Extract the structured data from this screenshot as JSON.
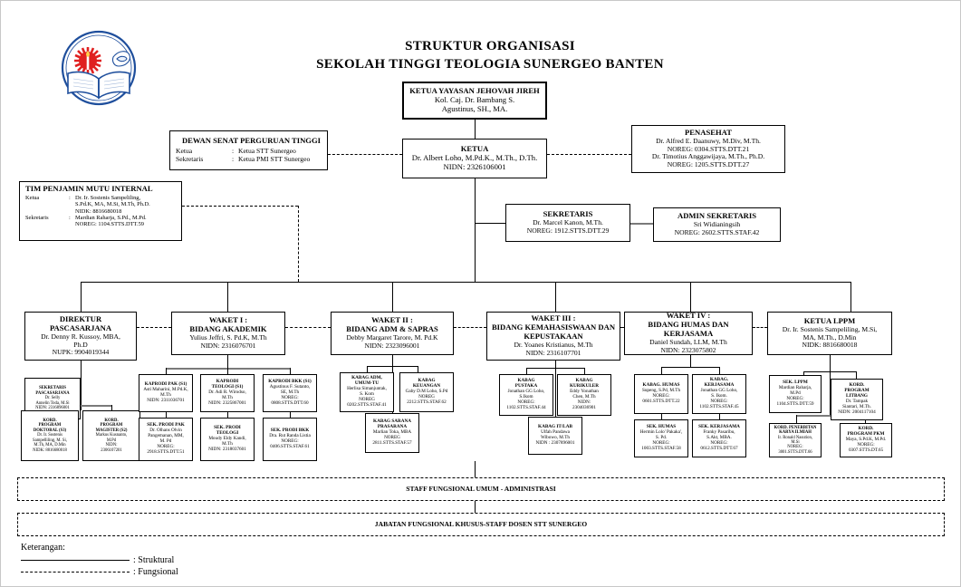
{
  "header": {
    "line1": "STRUKTUR ORGANISASI",
    "line2": "SEKOLAH TINGGI TEOLOGIA SUNERGEO BANTEN",
    "logo_alt": "stt-sunergeo-logo"
  },
  "top": {
    "ketua_yayasan": {
      "title": "KETUA YAYASAN JEHOVAH JIREH",
      "l1": "Kol. Caj. Dr. Bambang S.",
      "l2": "Agustinus, SH., MA."
    },
    "dewan_senat": {
      "title": "DEWAN SENAT PERGURUAN TINGGI",
      "k1": "Ketua",
      "v1": "Ketua STT Sunergeo",
      "k2": "Sekretaris",
      "v2": "Ketua PMI STT Sunergeo"
    },
    "ketua": {
      "title": "KETUA",
      "l1": "Dr. Albert Loho, M.Pd.K., M.Th., D.Th.",
      "l2": "NIDN: 2326106001"
    },
    "penasehat": {
      "title": "PENASEHAT",
      "l1": "Dr. Alfred E. Daanuwy, M.Div, M.Th.",
      "l2": "NOREG: 0304.STTS.DTT.21",
      "l3": "Dr. Timotius Anggawijaya, M.Th., Ph.D.",
      "l4": "NOREG: 1205.STTS.DTT.27"
    },
    "tpmi": {
      "title": "TIM PENJAMIN MUTU INTERNAL",
      "k1": "Ketua",
      "v1a": "Dr. Ir. Sostenis Sampeliling,",
      "v1b": "S.Pd.K, MA, M.Si, M.Th, Ph.D.",
      "v1c": "NIDK: 8816680018",
      "k2": "Sekretaris",
      "v2a": "Mardian Raharja, S.Pd., M.Pd.",
      "v2b": "NOREG: 1104.STTS.DTT.59"
    },
    "sekretaris": {
      "title": "SEKRETARIS",
      "l1": "Dr. Marcel Kanon, M.Th.",
      "l2": "NOREG: 1912.STTS.DTT.29"
    },
    "admin_sekretaris": {
      "title": "ADMIN SEKRETARIS",
      "l1": "Sri Widianingsih",
      "l2": "NOREG: 2602.STTS.STAF.42"
    }
  },
  "level2": [
    {
      "t1": "DIREKTUR",
      "t2": "PASCASARJANA",
      "l1": "Dr. Denny R. Kussoy, MBA,",
      "l2": "Ph.D",
      "l3": "NUPK: 9904019344"
    },
    {
      "t1": "WAKET I :",
      "t2": "BIDANG AKADEMIK",
      "l1": "Yulius Jeffri, S. Pd.K, M.Th",
      "l2": "NIDN: 2316076701",
      "l3": ""
    },
    {
      "t1": "WAKET II :",
      "t2": "BIDANG ADM & SAPRAS",
      "l1": "Debby Margaret Tarore, M. Pd.K",
      "l2": "NIDN: 2323096001",
      "l3": ""
    },
    {
      "t1": "WAKET III :",
      "t2": "BIDANG KEMAHASISWAAN DAN KEPUSTAKAAN",
      "l1": "Dr. Yoanes Kristianus, M.Th",
      "l2": "NIDN: 2316107701",
      "l3": ""
    },
    {
      "t1": "WAKET IV :",
      "t2": "BIDANG HUMAS DAN KERJASAMA",
      "l1": "Daniel Sundah, LLM, M.Th",
      "l2": "NIDN: 2323075802",
      "l3": ""
    },
    {
      "t1": "KETUA  LPPM",
      "t2": "",
      "l1": "Dr. Ir. Sostenis Sampeliling, M.Si,",
      "l2": "MA, M.Th., D.Min",
      "l3": "NIDK: 8816680018"
    }
  ],
  "pasca": {
    "sek": {
      "t1": "SEKRETARIS",
      "t2": "PASCASARJANA",
      "l1": "Dr. Selly",
      "l2": "Annelin Toda, M.Si",
      "l3": "NIDN: 2316896001"
    },
    "doktoral": {
      "t1": "KORD.",
      "t2": "PROGRAM",
      "t3": "DOKTORAL (S3)",
      "l1": "Dr. Ir. Sostenis",
      "l2": "Sampelliling, M. Si,",
      "l3": "M.Th, MA, D.Min",
      "l4": "NIDK: 8816680018"
    },
    "magister": {
      "t1": "KORD.",
      "t2": "PROGRAM",
      "t3": "MAGISTER (S2)",
      "l1": "Markus Kusnanto,",
      "l2": "M.Pd",
      "l3": "NIDN:",
      "l4": "2306107201"
    }
  },
  "akademik": {
    "prodi": [
      {
        "t1": "KAPRODI PAK (S1)",
        "t2": "",
        "l1": "Asti Maharini, M.Pd.K,",
        "l2": "M.Th",
        "l3": "NIDN: 2311036701",
        "l4": ""
      },
      {
        "t1": "KAPRODI",
        "t2": "TEOLOGI (S1)",
        "l1": "Dr. Adi R. Wirodso,",
        "l2": "M.Th",
        "l3": "NIDN: 2325867001",
        "l4": ""
      },
      {
        "t1": "KAPRODI BKK (S1)",
        "t2": "",
        "l1": "Agustinus F. Sutanto,",
        "l2": "SE, M.Th",
        "l3": "NOREG:",
        "l4": "0808.STTS.DTT.60"
      }
    ],
    "sek": [
      {
        "t1": "SEK. PRODI PAK",
        "t2": "",
        "l1": "Dr. Olhans Olvin",
        "l2": "Pangemanan, MM,",
        "l3": "M. Pd",
        "l4": "NOREG:",
        "l5": "2918.STTS.DTT.51"
      },
      {
        "t1": "SEK. PRODI",
        "t2": "TEOLOGI",
        "l1": "Moudy Eldy Kandi,",
        "l2": "M.Th",
        "l3": "NIDN: 2318037601",
        "l4": "",
        "l5": ""
      },
      {
        "t1": "SEK. PRODI BKK",
        "t2": "",
        "l1": "Dra. Rut Randa Listia",
        "l2": "NOREG:",
        "l3": "0406.STTS.STAF.61",
        "l4": "",
        "l5": ""
      }
    ]
  },
  "adm": {
    "kabag_adm": {
      "t1": "KABAG ADM,",
      "t2": "UMUM-TU",
      "l1": "Herlisa Simanjuntak,",
      "l2": "S. Kom",
      "l3": "NOREG",
      "l4": "0202.STTS.STAF.41"
    },
    "kabag_keu": {
      "t1": "KABAG",
      "t2": "KEUANGAN",
      "l1": "Gaby D.M Loho, S.Pd",
      "l2": "NOREG",
      "l3": "2212.STTS.STAF.62",
      "l4": ""
    },
    "kabag_sarpras": {
      "t1": "KABAG SARANA",
      "t2": "PRASARANA",
      "l1": "Marlian Toka, MBA",
      "l2": "NOREG",
      "l3": "2811.STTS.STAF.57",
      "l4": ""
    }
  },
  "kemahasiswaan": {
    "kabag_pustaka": {
      "t1": "KABAG",
      "t2": "PUSTAKA",
      "l1": "Jonathan GG Loho,",
      "l2": "S.Ikom",
      "l3": "NOREG:",
      "l4": "1102.STTS.STAF.44"
    },
    "kabag_kurikuler": {
      "t1": "KABAG",
      "t2": "KURIKULER",
      "l1": "Eddy Yonathan",
      "l2": "Chen, M.Th",
      "l3": "NIDN:",
      "l4": "2304036901"
    },
    "kabag_itlab": {
      "t1": "KABAG IT/LAB",
      "t2": "",
      "l1": "Ulfah Pandawa",
      "l2": "Wibowo, M.Th",
      "l3": "NIDN : 2307896001",
      "l4": ""
    }
  },
  "humas": {
    "kabag_humas": {
      "t1": "KABAG. HUMAS",
      "t2": "",
      "l1": "Supeng, S.Pd, M.Th",
      "l2": "NOREG:",
      "l3": "0601.STTS.DTT.22",
      "l4": ""
    },
    "kabag_kerjasama": {
      "t1": "KABAG.",
      "t2": "KERJASAMA",
      "l1": "Jonathan GG Loho,",
      "l2": "S. Ikom.",
      "l3": "NOREG:",
      "l4": "1102.STTS.STAF.45"
    },
    "sek_humas": {
      "t1": "SEK. HUMAS",
      "t2": "",
      "l1": "Hermin Lolo' Pakaka',",
      "l2": "S. Pd.",
      "l3": "NOREG:",
      "l4": "1003.STTS.STAF.58"
    },
    "sek_kerjasama": {
      "t1": "SEK. KERJASAMA",
      "t2": "",
      "l1": "Franky Pasaribu,",
      "l2": "S.Akt, MBA.",
      "l3": "NOREG:",
      "l4": "0612.STTS.DTT.67"
    }
  },
  "lppm": {
    "sek_lppm": {
      "t1": "SEK. LPPM",
      "t2": "",
      "l1": "Mardian Raharja,",
      "l2": "M.Pd",
      "l3": "NOREG:",
      "l4": "1104.STTS.DTT.59"
    },
    "litbang": {
      "t1": "KORD.",
      "t2": "PROGRAM",
      "t3": "LITBANG",
      "l1": "Dr. Tampak",
      "l2": "Siantari, M.Th.",
      "l3": "NIDN: 2004117104",
      "l4": ""
    },
    "penerbitan": {
      "t1": "KORD. PENERBITAN",
      "t2": "KARYA ILMIAH",
      "l1": "Ir. Ronald Nasution,",
      "l2": "M.Si",
      "l3": "NOREG:",
      "l4": "3001.STTS.DTT.66"
    },
    "pkm": {
      "t1": "KORD.",
      "t2": "PROGRAM PKM",
      "l1": "Maya, S.Pd.K, M.Pd.",
      "l2": "NOREG:",
      "l3": "0307.STTS.DT.65",
      "l4": ""
    }
  },
  "bands": {
    "staff": "STAFF FUNGSIONAL UMUM - ADMINISTRASI",
    "jabatan": "JABATAN FUNGSIONAL KHUSUS-STAFF DOSEN STT SUNERGEO"
  },
  "legend": {
    "title": "Keterangan:",
    "struktural": ": Struktural",
    "fungsional": ": Fungsional"
  }
}
